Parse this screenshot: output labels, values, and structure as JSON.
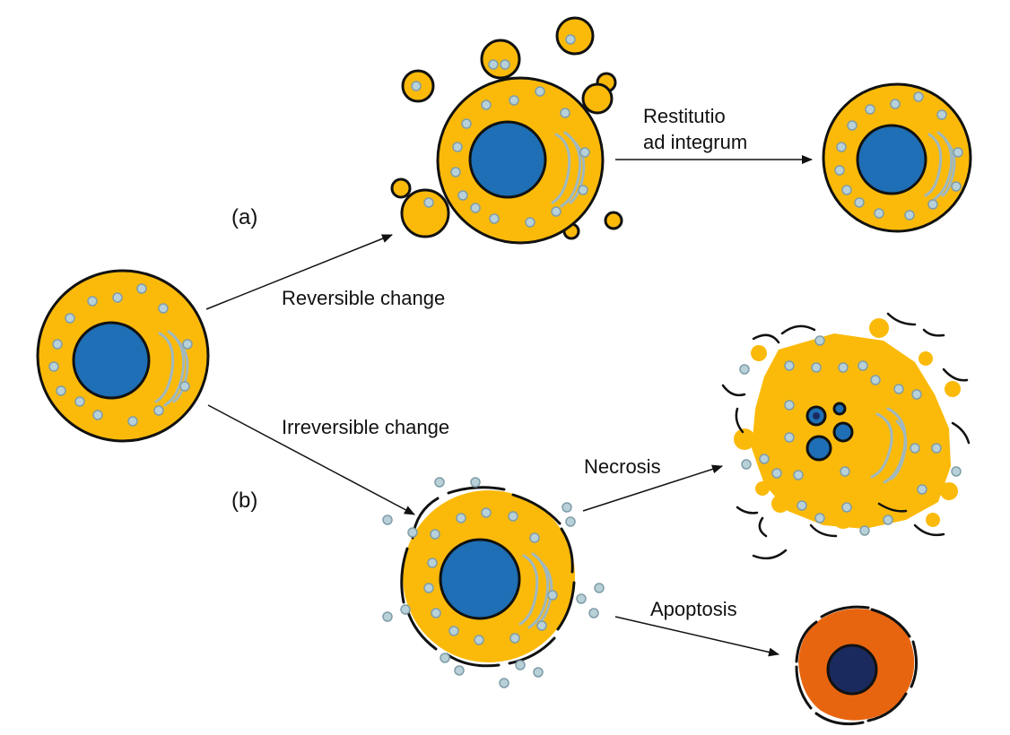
{
  "labels": {
    "panel_a": "(a)",
    "panel_b": "(b)",
    "reversible": "Reversible change",
    "irreversible": "Irreversible change",
    "restitutio_line1": "Restitutio",
    "restitutio_line2": "ad integrum",
    "necrosis": "Necrosis",
    "apoptosis": "Apoptosis"
  },
  "colors": {
    "cytoplasm": "#FBBA0A",
    "nucleus": "#1E6FB5",
    "granule": "#B8D0D8",
    "granule_stroke": "#7F9DA8",
    "organelle": "#9FB8C0",
    "outline": "#111111",
    "apoptotic_body": "#E8650F",
    "apoptotic_nucleus": "#1B2A5E"
  }
}
